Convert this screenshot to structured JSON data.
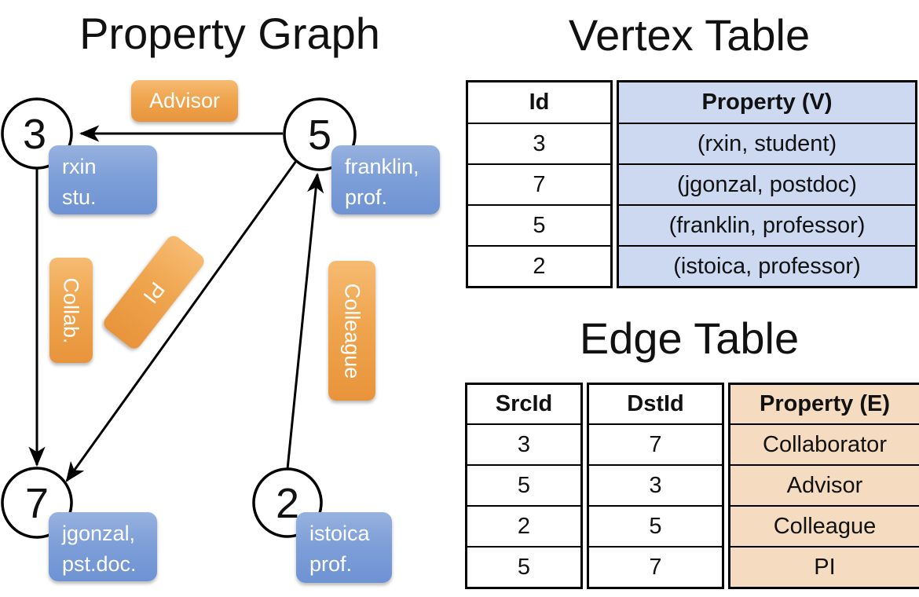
{
  "graph": {
    "title": "Property Graph",
    "nodes": [
      {
        "id": "3"
      },
      {
        "id": "5"
      },
      {
        "id": "7"
      },
      {
        "id": "2"
      }
    ],
    "edge_labels": {
      "advisor": "Advisor",
      "collab": "Collab.",
      "pi": "PI",
      "colleague": "Colleague"
    },
    "vertex_boxes": {
      "rxin": {
        "line1": "rxin",
        "line2": "stu."
      },
      "franklin": {
        "line1": "franklin,",
        "line2": "prof."
      },
      "jgonzal": {
        "line1": "jgonzal,",
        "line2": "pst.doc."
      },
      "istoica": {
        "line1": "istoica",
        "line2": "prof."
      }
    }
  },
  "vertex_table": {
    "title": "Vertex Table",
    "headers": {
      "id": "Id",
      "property": "Property (V)"
    },
    "rows": [
      {
        "id": "3",
        "property": "(rxin, student)"
      },
      {
        "id": "7",
        "property": "(jgonzal, postdoc)"
      },
      {
        "id": "5",
        "property": "(franklin, professor)"
      },
      {
        "id": "2",
        "property": "(istoica, professor)"
      }
    ]
  },
  "edge_table": {
    "title": "Edge Table",
    "headers": {
      "src": "SrcId",
      "dst": "DstId",
      "property": "Property (E)"
    },
    "rows": [
      {
        "src": "3",
        "dst": "7",
        "property": "Collaborator"
      },
      {
        "src": "5",
        "dst": "3",
        "property": "Advisor"
      },
      {
        "src": "2",
        "dst": "5",
        "property": "Colleague"
      },
      {
        "src": "5",
        "dst": "7",
        "property": "PI"
      }
    ]
  },
  "colors": {
    "edge_label_orange": "#efa54e",
    "vertex_box_blue": "#7e9fd8",
    "vertex_table_fill": "#ccd9f0",
    "edge_table_fill": "#f5dcc0",
    "line_black": "#000000"
  }
}
